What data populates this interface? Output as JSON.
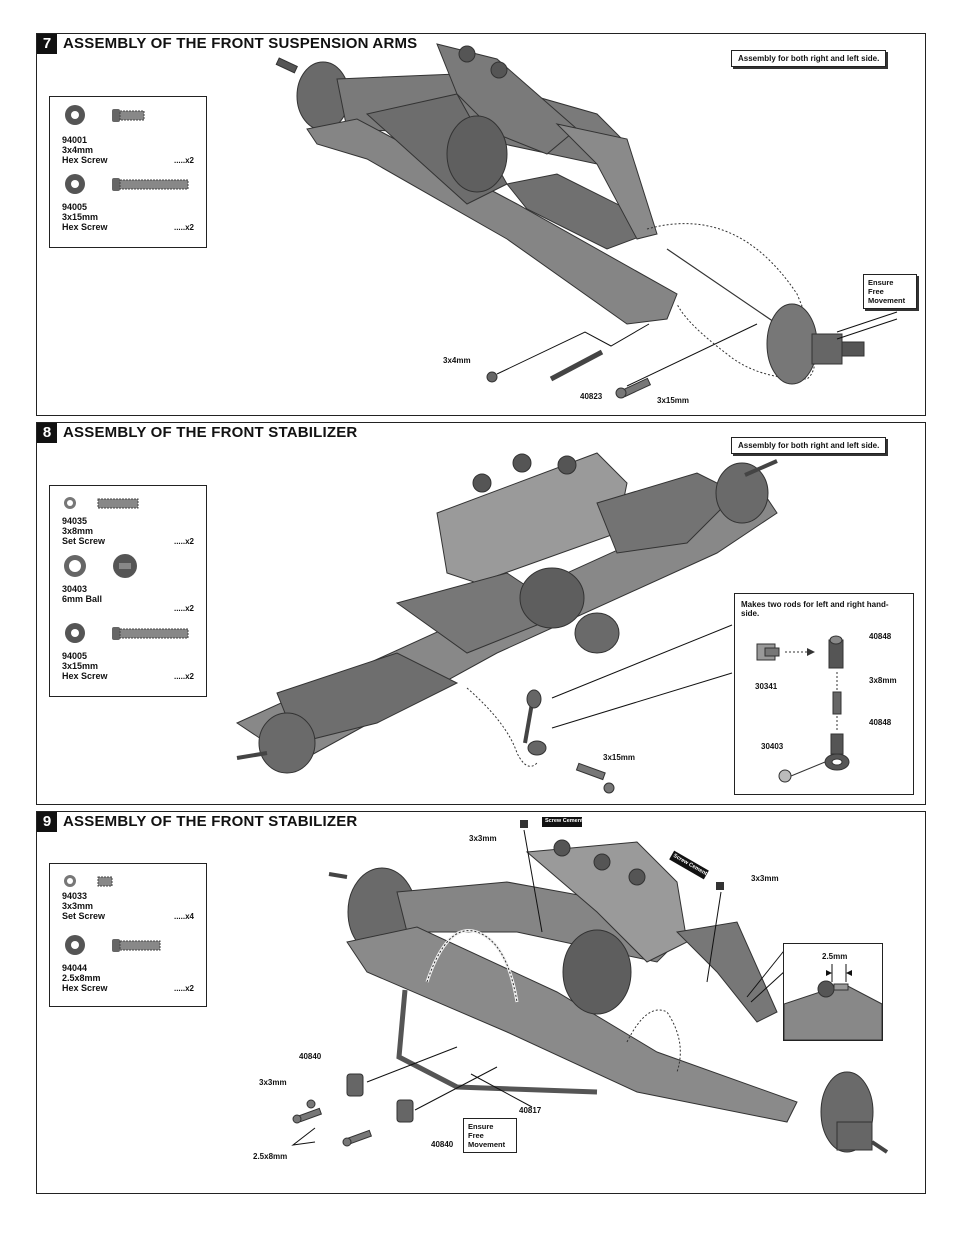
{
  "steps": [
    {
      "number": "7",
      "title": "ASSEMBLY OF THE FRONT SUSPENSION ARMS",
      "note": "Assembly for both right and left side.",
      "parts": [
        {
          "code": "94001",
          "size": "3x4mm",
          "name": "Hex Screw",
          "qty": ".....x2"
        },
        {
          "code": "94005",
          "size": "3x15mm",
          "name": "Hex Screw",
          "qty": ".....x2"
        }
      ],
      "labels": {
        "screw_a": "3x4mm",
        "pin": "40823",
        "screw_b": "3x15mm"
      },
      "free_movement": [
        "Ensure",
        "Free",
        "Movement"
      ]
    },
    {
      "number": "8",
      "title": "ASSEMBLY OF THE FRONT STABILIZER",
      "note": "Assembly for both right and left side.",
      "parts": [
        {
          "code": "94035",
          "size": "3x8mm",
          "name": "Set Screw",
          "qty": ".....x2"
        },
        {
          "code": "30403",
          "size": "6mm Ball",
          "name": "",
          "qty": ".....x2"
        },
        {
          "code": "94005",
          "size": "3x15mm",
          "name": "Hex Screw",
          "qty": ".....x2"
        }
      ],
      "labels": {
        "screw": "3x15mm"
      },
      "callout": {
        "text": "Makes two rods for left and right hand-side.",
        "labels": {
          "top_end": "40848",
          "ball_holder": "30341",
          "set_screw": "3x8mm",
          "bottom_end": "40848",
          "ball": "30403"
        }
      }
    },
    {
      "number": "9",
      "title": "ASSEMBLY OF THE FRONT STABILIZER",
      "parts": [
        {
          "code": "94033",
          "size": "3x3mm",
          "name": "Set Screw",
          "qty": ".....x4"
        },
        {
          "code": "94044",
          "size": "2.5x8mm",
          "name": "Hex Screw",
          "qty": ".....x2"
        }
      ],
      "labels": {
        "set_top": "3x3mm",
        "set_right": "3x3mm",
        "cement_a": "Screw Cement",
        "cement_b": "Screw Cement",
        "mount_a": "40840",
        "mount_b": "40840",
        "set_left": "3x3mm",
        "bar": "40817",
        "hex": "2.5x8mm",
        "gap": "2.5mm"
      },
      "free_movement": [
        "Ensure",
        "Free",
        "Movement"
      ]
    }
  ]
}
